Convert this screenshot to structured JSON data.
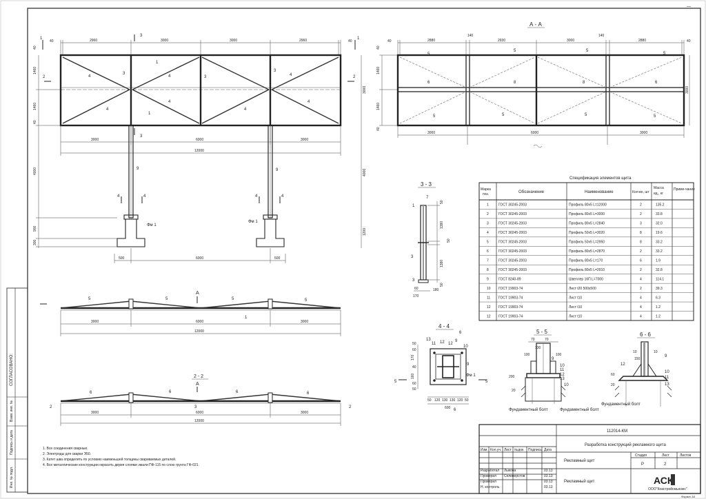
{
  "corner_mark": "—",
  "front_view": {
    "top_dims": [
      "40",
      "2960",
      "3000",
      "3000",
      "2960",
      "40"
    ],
    "left_dims": [
      "1460",
      "1460"
    ],
    "left_small": [
      "40",
      "40"
    ],
    "right_dim": "3000",
    "section_marks": [
      "1",
      "1",
      "2",
      "2",
      "3",
      "3"
    ],
    "member_labels": [
      "1",
      "1",
      "3",
      "3",
      "3",
      "4",
      "4",
      "4",
      "4",
      "4",
      "4",
      "4"
    ],
    "bottom_dims": [
      "3000",
      "6000",
      "3000"
    ],
    "overall_width": "12000",
    "column_label": "9",
    "column_height": "4000",
    "right_height": "4000",
    "base_dims": [
      "900",
      "300"
    ],
    "base_right": "1200",
    "foundation_label": "Фм 1",
    "foundation_dims": [
      "500",
      "6000",
      "500"
    ],
    "section4": [
      "4",
      "4",
      "4",
      "4"
    ]
  },
  "view_aa": {
    "title": "А - А",
    "top_dims": [
      "40",
      "2880",
      "140",
      "2930",
      "3000",
      "140",
      "2880",
      "40"
    ],
    "top_small": [
      "140",
      "140"
    ],
    "left_dims": [
      "40",
      "1460",
      "1460",
      "40"
    ],
    "right_dim": "3000",
    "member_labels": [
      "5",
      "5",
      "5",
      "5",
      "6",
      "8",
      "8",
      "6",
      "5",
      "5",
      "5",
      "5"
    ],
    "bottom_dims": [
      "3000",
      "6000",
      "3000"
    ]
  },
  "plan_a": {
    "marker": "А",
    "labels": [
      "5",
      "5",
      "5",
      "5",
      "1"
    ],
    "dims": [
      "3000",
      "6000",
      "3000"
    ],
    "overall": "12000"
  },
  "plan_22": {
    "title": "2 - 2",
    "marker": "А",
    "labels": [
      "6",
      "6",
      "6",
      "6",
      "3"
    ],
    "dims": [
      "3000",
      "6000",
      "3000"
    ],
    "overall": "12000",
    "ends": [
      "2",
      "2"
    ]
  },
  "section_33": {
    "title": "3 - 3",
    "labels": [
      "7",
      "1",
      "3",
      "3"
    ],
    "dims": [
      "50",
      "1380",
      "50",
      "1380",
      "50"
    ],
    "bottom": [
      "60",
      "180",
      "170"
    ]
  },
  "section_44": {
    "title": "4 - 4",
    "labels": [
      "13",
      "11",
      "12",
      "12",
      "9",
      "10",
      "11",
      "13",
      "9",
      "6",
      "6",
      "Фм 1",
      "5",
      "5"
    ],
    "left_dims": [
      "50",
      "60",
      "170",
      "40",
      "160",
      "60",
      "50"
    ],
    "bottom_dims": [
      "50",
      "120",
      "130",
      "130",
      "120",
      "50"
    ],
    "overall": "600"
  },
  "section_55": {
    "title": "5 - 5",
    "top_dims": [
      "70",
      "70",
      "130",
      "100",
      "100"
    ],
    "labels": [
      "9",
      "10",
      "11",
      "12",
      "13",
      "10"
    ],
    "left_dims": [
      "200",
      "20"
    ],
    "foundation_caption": "Фундаментный болт"
  },
  "section_66": {
    "title": "6 - 6",
    "top_dims": [
      "10",
      "10",
      "150"
    ],
    "labels": [
      "9",
      "12",
      "10",
      "11",
      "13"
    ],
    "left_dims": [
      "60",
      "20"
    ],
    "foundation_caption": "Фундаментный болт"
  },
  "spec": {
    "title": "Спецификация элементов щита",
    "headers": [
      "Марка поз.",
      "Обозначение",
      "Наименование",
      "Кол-во, шт",
      "Масса ед., кг",
      "Приме-чание"
    ],
    "rows": [
      [
        "1",
        "ГОСТ 30245-2003",
        "Профиль 80х5 L=12000",
        "2",
        "135.2"
      ],
      [
        "2",
        "ГОСТ 30245-2003",
        "Профиль 80х5 L=3000",
        "2",
        "33.8"
      ],
      [
        "3",
        "ГОСТ 30245-2003",
        "Профиль 80х5 L=2840",
        "3",
        "32.0"
      ],
      [
        "4",
        "ГОСТ 30245-2003",
        "Профиль 50х5 L=3020",
        "8",
        "19.6"
      ],
      [
        "5",
        "ГОСТ 30245-2003",
        "Профиль 50х5 L=2950",
        "8",
        "33.2"
      ],
      [
        "6",
        "ГОСТ 30245-2003",
        "Профиль 80х5 L=2870",
        "2",
        "33.2"
      ],
      [
        "7",
        "ГОСТ 30245-2003",
        "Профиль 80х5 L=170",
        "6",
        "1.9"
      ],
      [
        "8",
        "ГОСТ 30245-2003",
        "Профиль 80х5 L=2910",
        "2",
        "32.8"
      ],
      [
        "9",
        "ГОСТ 8240-89",
        "Швеллер 16П L=7000",
        "4",
        "114.1"
      ],
      [
        "10",
        "ГОСТ 19903-74",
        "Лист t20 500х500",
        "2",
        "39.3"
      ],
      [
        "11",
        "ГОСТ 19903-74",
        "Лист t10",
        "4",
        "6.3"
      ],
      [
        "12",
        "ГОСТ 19903-74",
        "Лист t10",
        "4",
        "1.2"
      ],
      [
        "12",
        "ГОСТ 19903-74",
        "Лист t10",
        "4",
        "1.2"
      ]
    ]
  },
  "notes": [
    "1. Все соединения сварные.",
    "2. Электроды для сварки Э50.",
    "3. Катет шва определять по условию наименьшей толщины свариваемых деталей.",
    "4. Все металлические конструкции окрасить двумя слоями эмали ПФ-115 по слою грунта ГФ-021."
  ],
  "side_stamp": [
    "СОГЛАСОВАНО:",
    "Взам. инв. №",
    "Подпись и дата",
    "Инв. № подл."
  ],
  "title_block": {
    "code": "112014-КМ",
    "project": "Разработка конструкций рекламного щита",
    "headers": [
      "Изм.",
      "Кол.уч.",
      "Лист",
      "№док.",
      "Подпись",
      "Дата"
    ],
    "people": [
      [
        "Разработал",
        "Лыкова",
        "03.13"
      ],
      [
        "Проверил",
        "Селиверстов",
        "03.13"
      ],
      [
        "Проверил",
        "",
        "03.13"
      ],
      [
        "Н. контроль",
        "",
        "03.13"
      ]
    ],
    "name1": "Рекламный щит",
    "name2": "Рекламный щит",
    "stage_headers": [
      "Стадия",
      "Лист",
      "Листов"
    ],
    "stage_values": [
      "Р",
      "2",
      ""
    ],
    "company": "ООО\"Коастройсмьюзес\"",
    "logo_text": "АСК",
    "format": "Формат А3"
  }
}
